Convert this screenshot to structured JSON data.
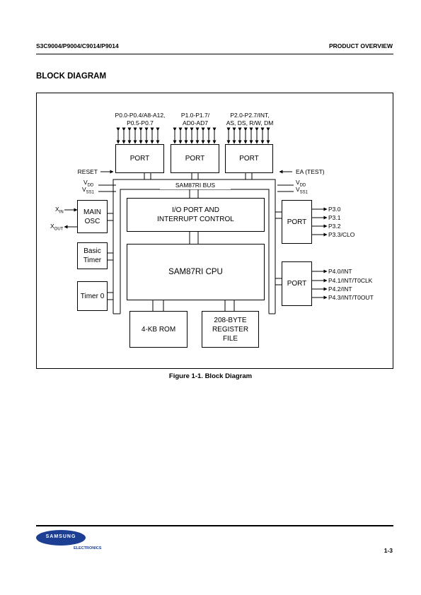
{
  "header": {
    "part_numbers": "S3C9004/P9004/C9014/P9014",
    "section": "PRODUCT OVERVIEW"
  },
  "section_title": "BLOCK DIAGRAM",
  "diagram": {
    "ports_top": [
      {
        "label": "PORT",
        "pins": "P0.0-P0.4/A8-A12,\nP0.5-P0.7"
      },
      {
        "label": "PORT",
        "pins": "P1.0-P1.7/\nAD0-AD7"
      },
      {
        "label": "PORT",
        "pins": "P2.0-P2.7/INT,\nAS, DS, R/W, DM"
      }
    ],
    "reset": "RESET",
    "ea": "EA (TEST)",
    "vdd_left": "VDD",
    "vss_left": "VSS1",
    "vdd_right": "VDD",
    "vss_right": "VSS1",
    "bus": "SAM87RI BUS",
    "xin": "XIN",
    "xout": "XOUT",
    "main_osc": "MAIN\nOSC",
    "basic_timer": "Basic\nTimer",
    "timer0": "Timer 0",
    "io_port": "I/O PORT AND\nINTERRUPT CONTROL",
    "cpu": "SAM87RI CPU",
    "rom": "4-KB ROM",
    "register_file": "208-BYTE\nREGISTER\nFILE",
    "port3": {
      "label": "PORT",
      "pins": [
        "P3.0",
        "P3.1",
        "P3.2",
        "P3.3/CLO"
      ]
    },
    "port4": {
      "label": "PORT",
      "pins": [
        "P4.0/INT",
        "P4.1/INT/T0CLK",
        "P4.2/INT",
        "P4.3/INT/T0OUT"
      ]
    }
  },
  "caption": "Figure 1-1. Block Diagram",
  "footer": {
    "logo_text": "SAMSUNG",
    "logo_sub": "ELECTRONICS",
    "page_number": "1-3"
  }
}
